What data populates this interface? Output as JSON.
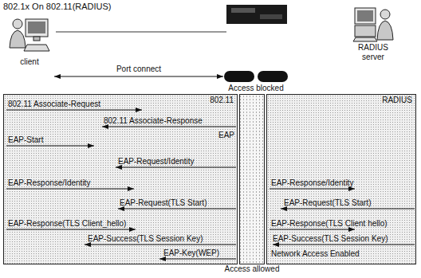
{
  "diagram": {
    "title": "802.1x On 802.11(RADIUS)",
    "nodes": [
      {
        "text": [
          "client"
        ]
      },
      {
        "text": [
          "RADIUS server"
        ]
      },
      {
        "text": [
          "Access blocked"
        ]
      },
      {
        "text": [
          "802.11"
        ]
      },
      {
        "text": [
          "Access allowed"
        ]
      },
      {
        "text": [
          "RADIUS"
        ]
      }
    ],
    "edges": [
      {
        "from": 0,
        "to": 2,
        "arrow": "both",
        "label": "Port connect"
      }
    ],
    "labels": [
      "802.11 Associate-Request",
      "802.11 Associate-Response",
      "EAP",
      "EAP-Start",
      "EAP-Request/Identity",
      "EAP-Response/Identity",
      "EAP-Response/Identity",
      "EAP-Request(TLS Start)",
      "EAP-Request(TLS Start)",
      "EAP-Response(TLS Client_hello)",
      "EAP-Response(TLS Client hello)",
      "EAP-Success(TLS Session Key)",
      "EAP-Success(TLS Session Key)",
      "EAP-Key(WEP)",
      "Network Access Enabled"
    ]
  }
}
